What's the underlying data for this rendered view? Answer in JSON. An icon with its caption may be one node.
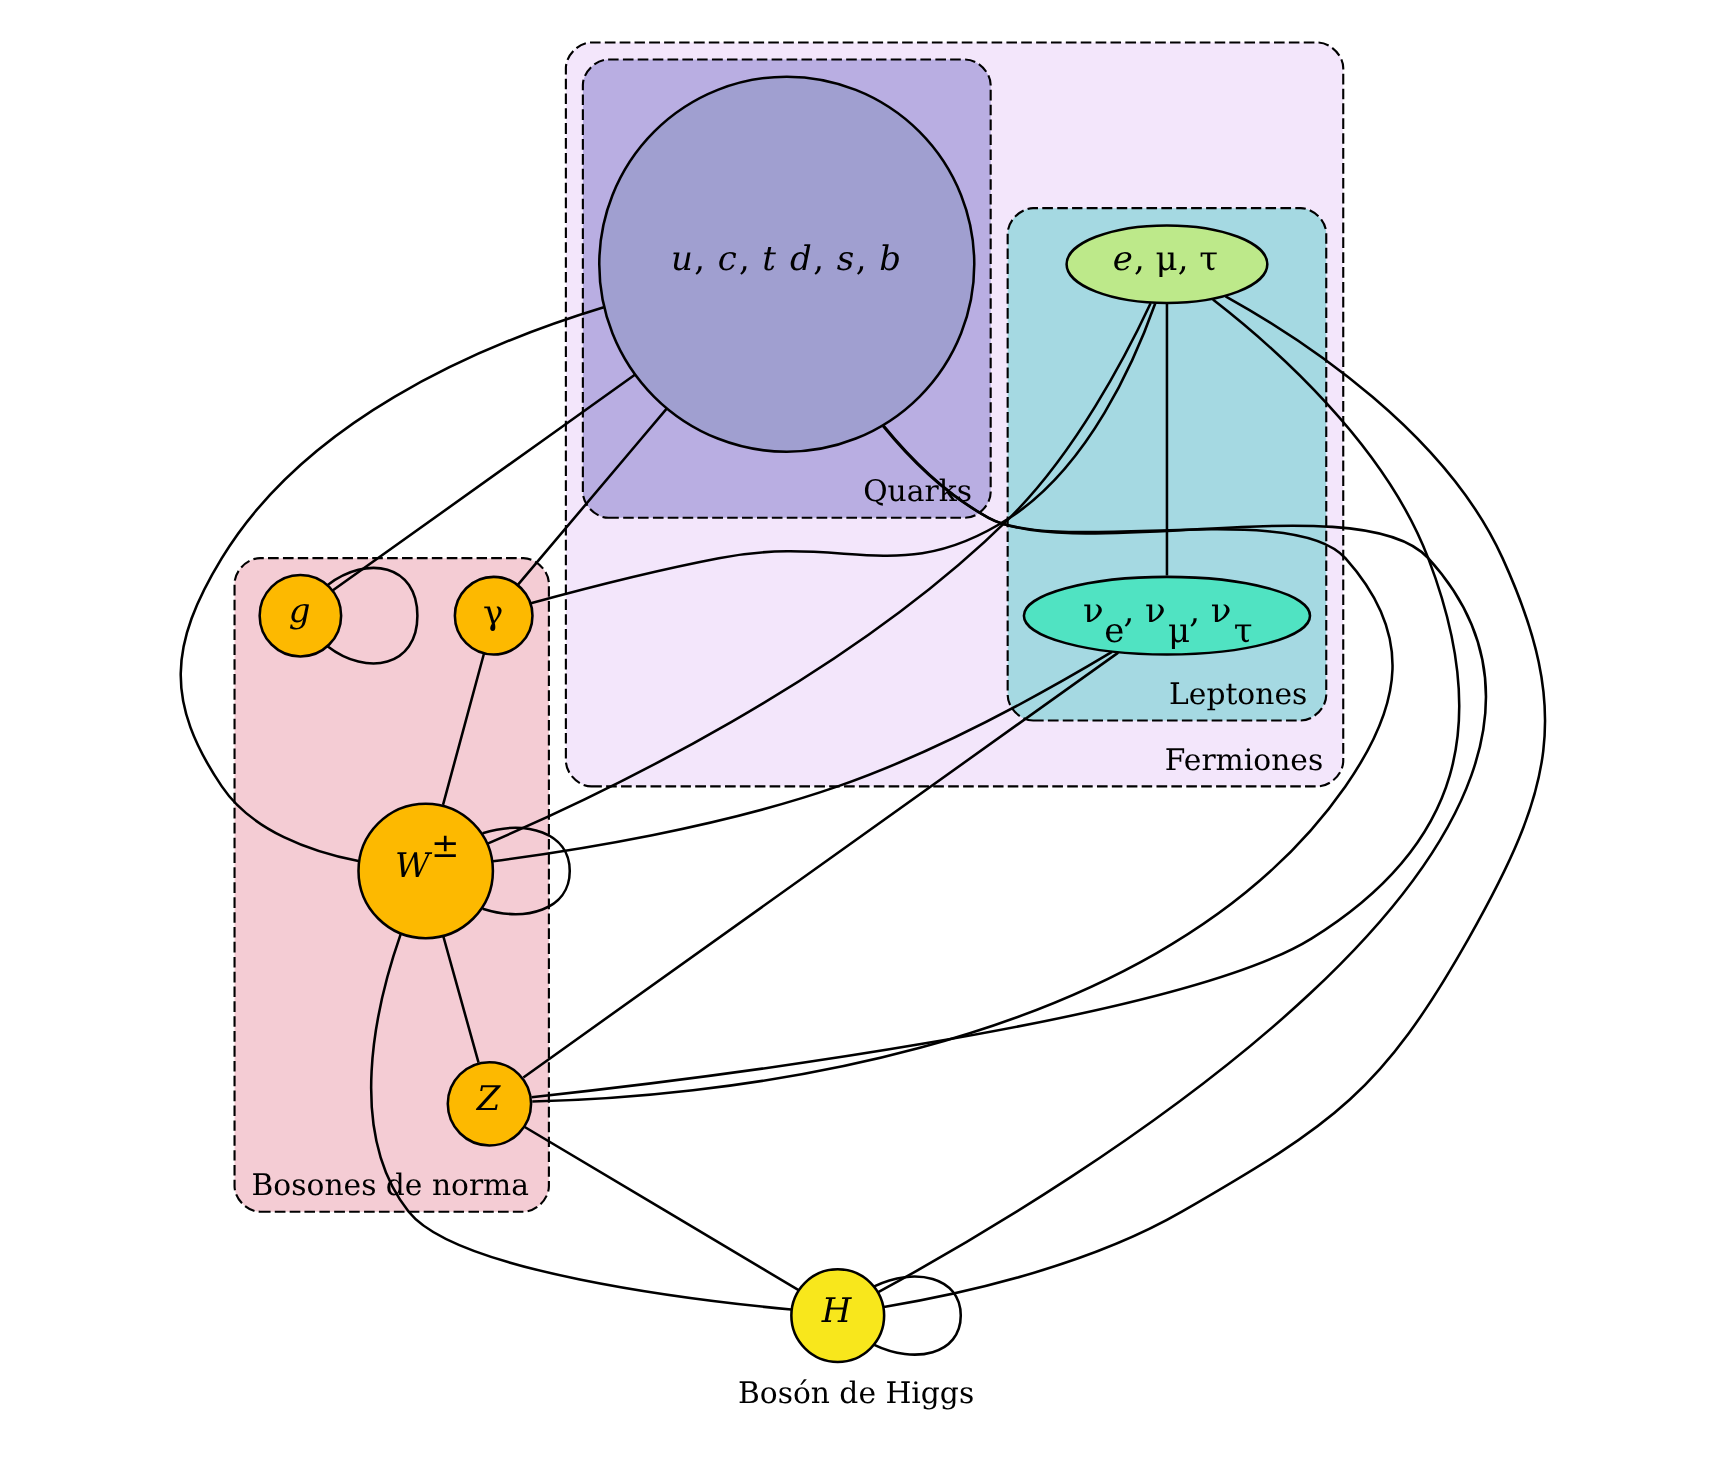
{
  "diagram": {
    "nodes": [
      {
        "text": [
          "Fermiones"
        ]
      },
      {
        "text": [
          "Leptones"
        ],
        "in": 0
      },
      {
        "text": [
          "*e*, μ, τ"
        ],
        "in": 1
      },
      {
        "text": [
          "ν$_{e}$, ν$_{μ}$, ν$_{τ}$"
        ],
        "in": 1
      },
      {
        "text": [
          "Quarks"
        ],
        "in": 0
      },
      {
        "text": [
          "*u*, *c*, *t* *d*, *s*, *b*"
        ],
        "in": 4
      },
      {
        "text": [
          "Bosones de norma"
        ]
      },
      {
        "text": [
          "γ"
        ],
        "in": 6
      },
      {
        "text": [
          "*W*$^{±}$"
        ],
        "in": 6
      },
      {
        "text": [
          "*Z*"
        ],
        "in": 6
      },
      {
        "text": [
          "*g*"
        ],
        "in": 6
      },
      {
        "text": [
          "*H*"
        ],
        "beside": [
          "Bosón de Higgs"
        ]
      }
    ],
    "edges": [
      {
        "from": 2,
        "to": 3,
        "arrow": "none"
      },
      {
        "from": 2,
        "to": 7,
        "arrow": "none"
      },
      {
        "from": 2,
        "to": 8,
        "arrow": "none"
      },
      {
        "from": 2,
        "to": 9,
        "arrow": "none"
      },
      {
        "from": 2,
        "to": 11,
        "arrow": "none"
      },
      {
        "from": 3,
        "to": 8,
        "arrow": "none"
      },
      {
        "from": 3,
        "to": 9,
        "arrow": "none"
      },
      {
        "from": 5,
        "to": 7,
        "arrow": "none"
      },
      {
        "from": 5,
        "to": 8,
        "arrow": "none"
      },
      {
        "from": 5,
        "to": 9,
        "arrow": "none"
      },
      {
        "from": 5,
        "to": 10,
        "arrow": "none"
      },
      {
        "from": 5,
        "to": 11,
        "arrow": "none"
      },
      {
        "from": 7,
        "to": 8,
        "arrow": "none"
      },
      {
        "from": 8,
        "to": 9,
        "arrow": "none"
      },
      {
        "from": 8,
        "to": 8,
        "arrow": "none"
      },
      {
        "from": 10,
        "to": 10,
        "arrow": "none"
      },
      {
        "from": 8,
        "to": 11,
        "arrow": "none"
      },
      {
        "from": 9,
        "to": 11,
        "arrow": "none"
      },
      {
        "from": 11,
        "to": 11,
        "arrow": "none"
      }
    ]
  }
}
